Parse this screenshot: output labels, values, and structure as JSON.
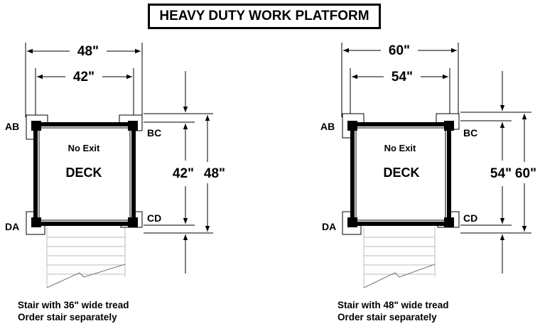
{
  "title": "HEAVY DUTY WORK PLATFORM",
  "platforms": [
    {
      "outer_width": "48\"",
      "inner_width": "42\"",
      "inner_depth": "42\"",
      "outer_depth": "48\"",
      "corners": {
        "ab": "AB",
        "bc": "BC",
        "cd": "CD",
        "da": "DA"
      },
      "no_exit": "No Exit",
      "deck": "DECK",
      "note_line1": "Stair with 36\" wide tread",
      "note_line2": "Order stair separately"
    },
    {
      "outer_width": "60\"",
      "inner_width": "54\"",
      "inner_depth": "54\"",
      "outer_depth": "60\"",
      "corners": {
        "ab": "AB",
        "bc": "BC",
        "cd": "CD",
        "da": "DA"
      },
      "no_exit": "No Exit",
      "deck": "DECK",
      "note_line1": "Stair with 48\" wide tread",
      "note_line2": "Order stair separately"
    }
  ]
}
